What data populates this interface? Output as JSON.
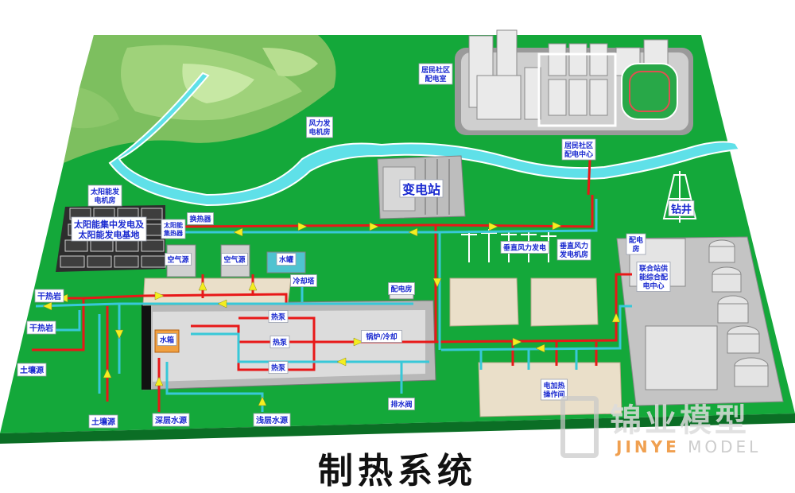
{
  "title": "制热系统",
  "brand": {
    "cn": "锦业模型",
    "en_a": "JINYE",
    "en_b": "MODEL"
  },
  "colors": {
    "ground": "#14a83a",
    "water": "#5fe0e8",
    "hot_pipe": "#e81818",
    "cold_pipe": "#38c8d8",
    "flow_arrow": "#f4ee20",
    "label_bg": "#ffffff",
    "label_text": "#1a2ad0"
  },
  "labels": {
    "residential_power": "居民社区配电室",
    "wind_room": "风力发电机房",
    "residential_dist": "居民社区配电中心",
    "substation": "变电站",
    "drill": "钻井",
    "solar_room": "太阳能发电机房",
    "solar_field": "太阳能集中发电及太阳能发电基地",
    "heat_exchanger": "换热器",
    "solar_collector": "太阳能集热器",
    "ground_heat_pump_a": "空气源",
    "ground_heat_pump_b": "空气源",
    "water_tank": "水罐",
    "cooling": "冷却塔",
    "power_room": "配电房",
    "vertical_wind_a": "垂直风力发电",
    "vertical_wind_b": "垂直风力发电机房",
    "dist_room": "配电房",
    "central_dist": "联合站供能综合配电中心",
    "heat_storage": "热泵",
    "heating": "热泵",
    "heat_pump": "热泵",
    "boiler_cooler": "锅炉/冷却",
    "water_box": "水箱",
    "dry_rock_a": "干热岩",
    "dry_rock_b": "干热岩",
    "soil_a": "土壤源",
    "soil_b": "土壤源",
    "deep_water": "深层水源",
    "shallow_water": "浅层水源",
    "drain_valve": "排水阀",
    "electric_heat": "电加热操作间"
  }
}
